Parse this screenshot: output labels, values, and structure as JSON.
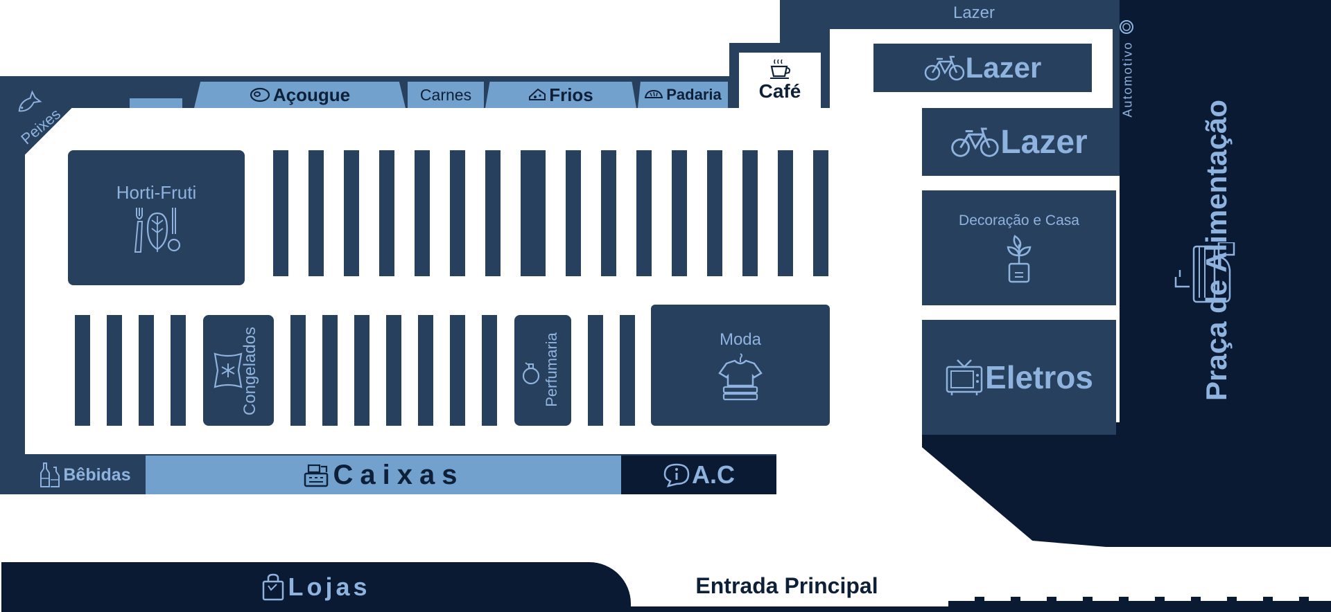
{
  "map": {
    "sections": {
      "peixes": "Peixes",
      "acougue": "Açougue",
      "carnes": "Carnes",
      "frios": "Frios",
      "padaria": "Padaria",
      "cafe": "Café",
      "lazer_top": "Lazer",
      "lazer_1": "Lazer",
      "lazer_2": "Lazer",
      "automotivo": "Automotivo",
      "horti_fruti": "Horti-Fruti",
      "decoracao": "Decoração e Casa",
      "eletros": "Eletros",
      "praca": "Praça de Alimentação",
      "congelados": "Congelados",
      "perfumaria": "Perfumaria",
      "moda": "Moda",
      "bebidas": "Bêbidas",
      "caixas": "Caixas",
      "ac": "A.C",
      "lojas": "Lojas",
      "entrada": "Entrada Principal"
    },
    "icons": {
      "peixes": "fish-icon",
      "acougue": "steak-icon",
      "frios": "cheese-icon",
      "padaria": "bread-icon",
      "cafe": "coffee-cup-icon",
      "lazer": "bicycle-icon",
      "automotivo": "tire-icon",
      "horti_fruti": "vegetables-icon",
      "decoracao": "potted-plant-icon",
      "eletros": "tv-icon",
      "praca": "burger-drink-icon",
      "congelados": "frozen-bag-icon",
      "perfumaria": "perfume-icon",
      "moda": "tshirt-icon",
      "bebidas": "bottles-icon",
      "caixas": "cash-register-icon",
      "ac": "info-icon",
      "lojas": "shopping-bag-icon"
    },
    "colors": {
      "dark_navy": "#0a1a33",
      "section_blue": "#27405e",
      "light_blue": "#72a1cd",
      "label_blue": "#8fb3df"
    }
  }
}
